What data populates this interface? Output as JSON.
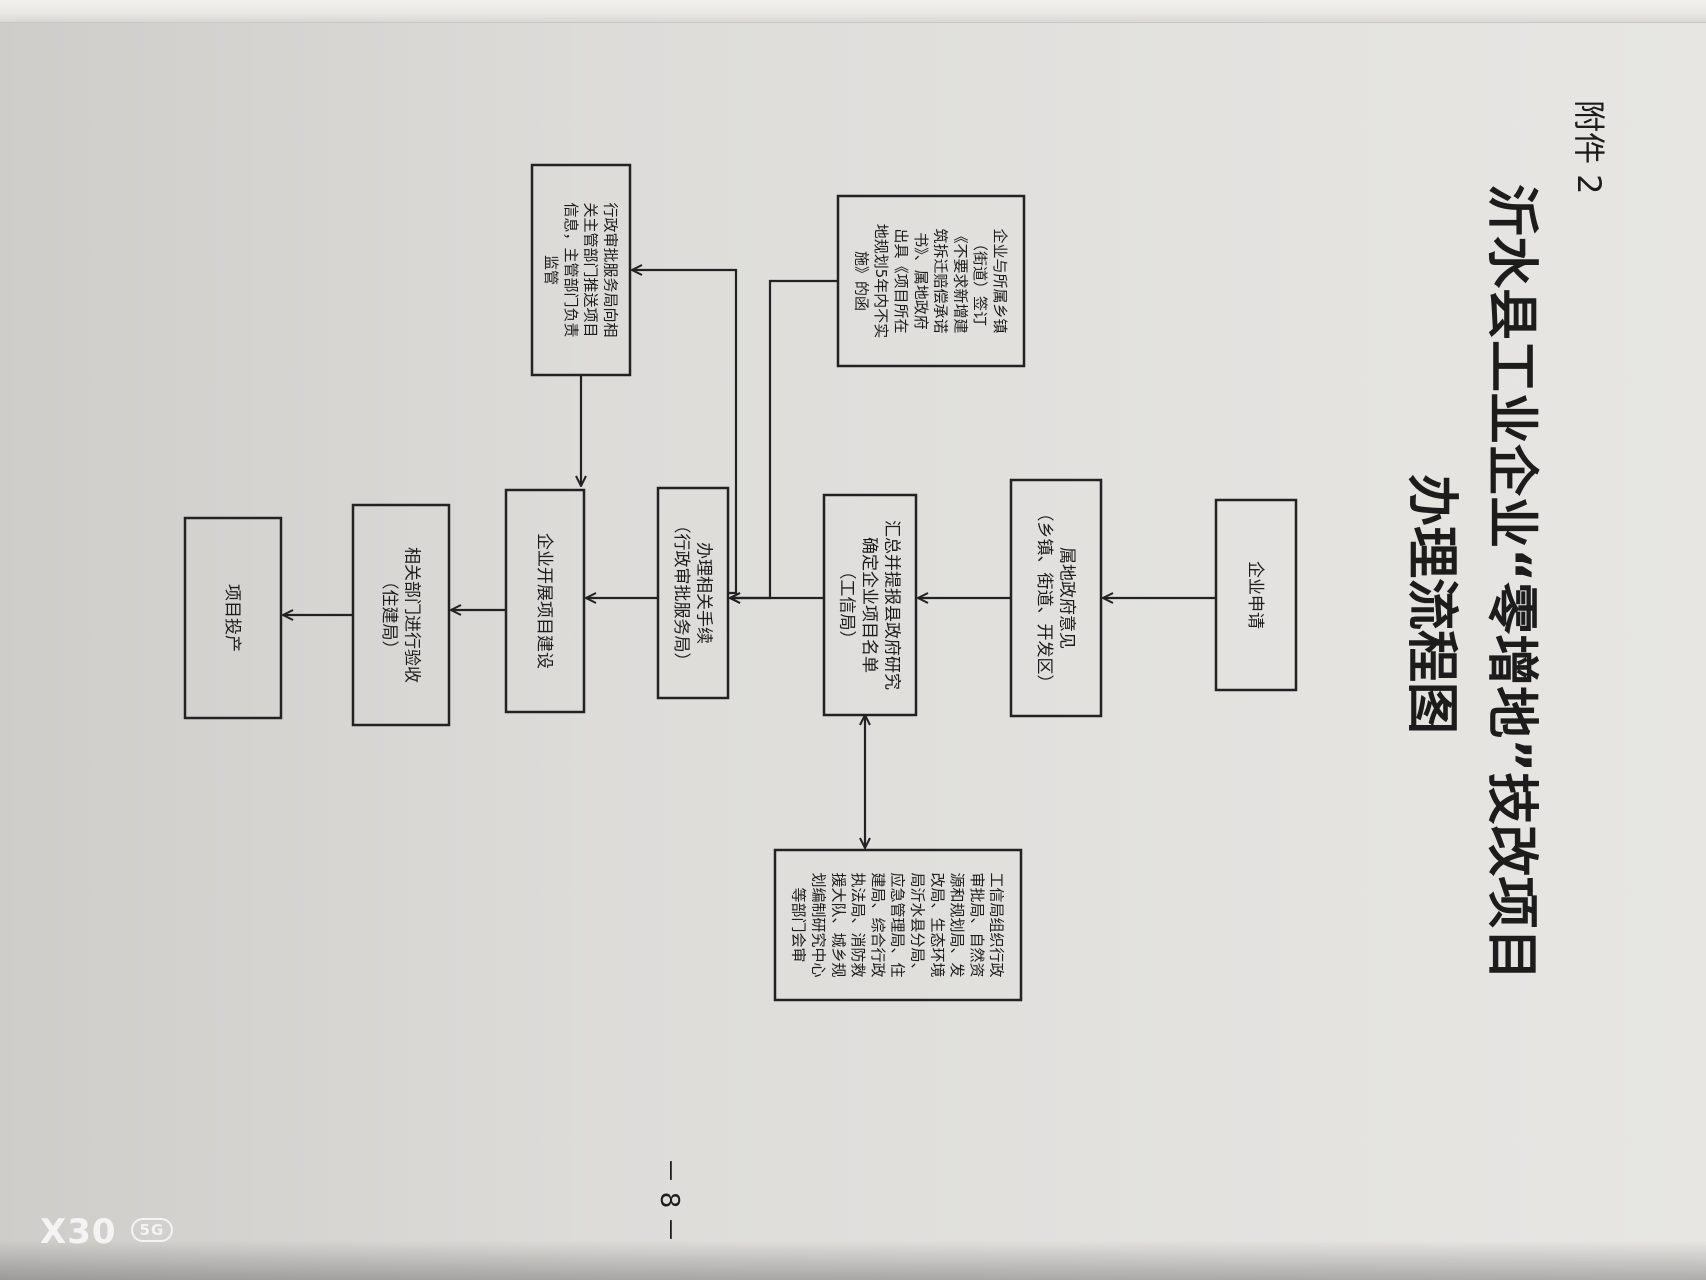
{
  "header": {
    "attachment": "附件 2",
    "title_line1": "沂水县工业企业“零增地”技改项目",
    "title_line2": "办理流程图"
  },
  "nodes": {
    "apply": [
      "企业申请"
    ],
    "local_gov": [
      "属地政府意见",
      "（乡镇、街道、开发区）"
    ],
    "summary": [
      "汇总并提报县政府研究",
      "确定企业项目名单",
      "（工信局）"
    ],
    "joint_review": [
      "工信局组织行政",
      "审批局、自然资",
      "源和规划局、发",
      "改局、生态环境",
      "局沂水县分局、",
      "应急管理局、住",
      "建局、综合行政",
      "执法局、消防救",
      "援大队、城乡规",
      "划编制研究中心",
      "等部门会审"
    ],
    "agreement": [
      "企业与所属乡镇",
      "（街道）签订",
      "《不要求新增建",
      "筑拆迁赔偿承诺",
      "书》、属地政府",
      "出具《项目所在",
      "地规划5年内不实",
      "施》的函"
    ],
    "procedures": [
      "办理相关手续",
      "（行政审批服务局）"
    ],
    "push_info": [
      "行政审批服务局向相",
      "关主管部门推送项目",
      "信息，主管部门负责",
      "监管"
    ],
    "construction": [
      "企业开展项目建设"
    ],
    "acceptance": [
      "相关部门进行验收",
      "（住建局）"
    ],
    "production": [
      "项目投产"
    ]
  },
  "footer": {
    "page_number": "－ 8 －"
  },
  "watermark": {
    "brand": "X30",
    "badge": "5G"
  }
}
